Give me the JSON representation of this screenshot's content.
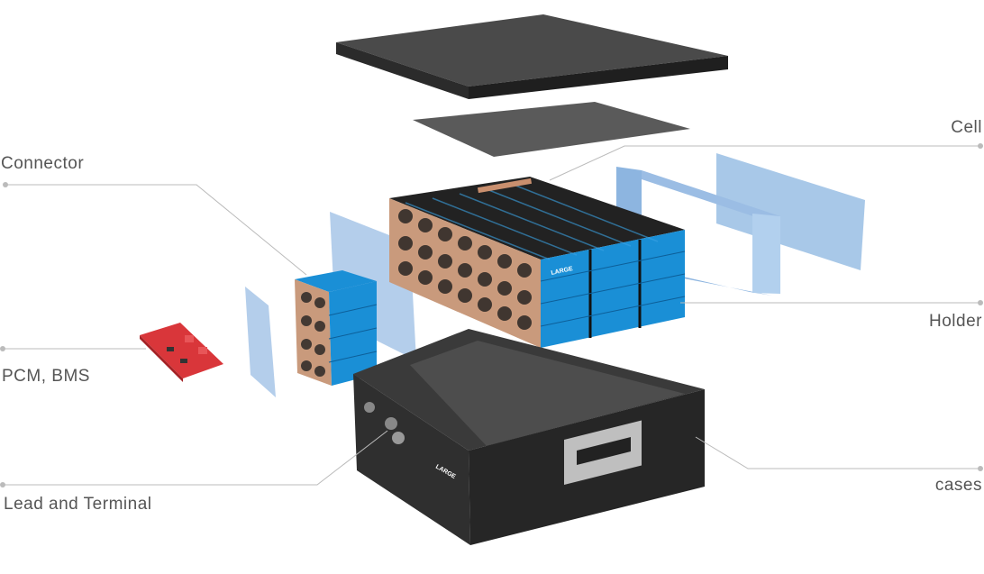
{
  "labels": {
    "connector": "Connector",
    "pcm_bms": "PCM, BMS",
    "lead_terminal": "Lead and Terminal",
    "cell": "Cell",
    "holder": "Holder",
    "cases": "cases"
  },
  "brand_mark": "LARGE",
  "colors": {
    "leader_line": "#bbbbbb",
    "label_text": "#555555",
    "cell_blue": "#1a8fd6",
    "insulation_blue": "#a7c6e8",
    "case_black": "#2a2a2a",
    "pcb_red": "#d9363a",
    "nickel_strip": "#c98f6e"
  }
}
